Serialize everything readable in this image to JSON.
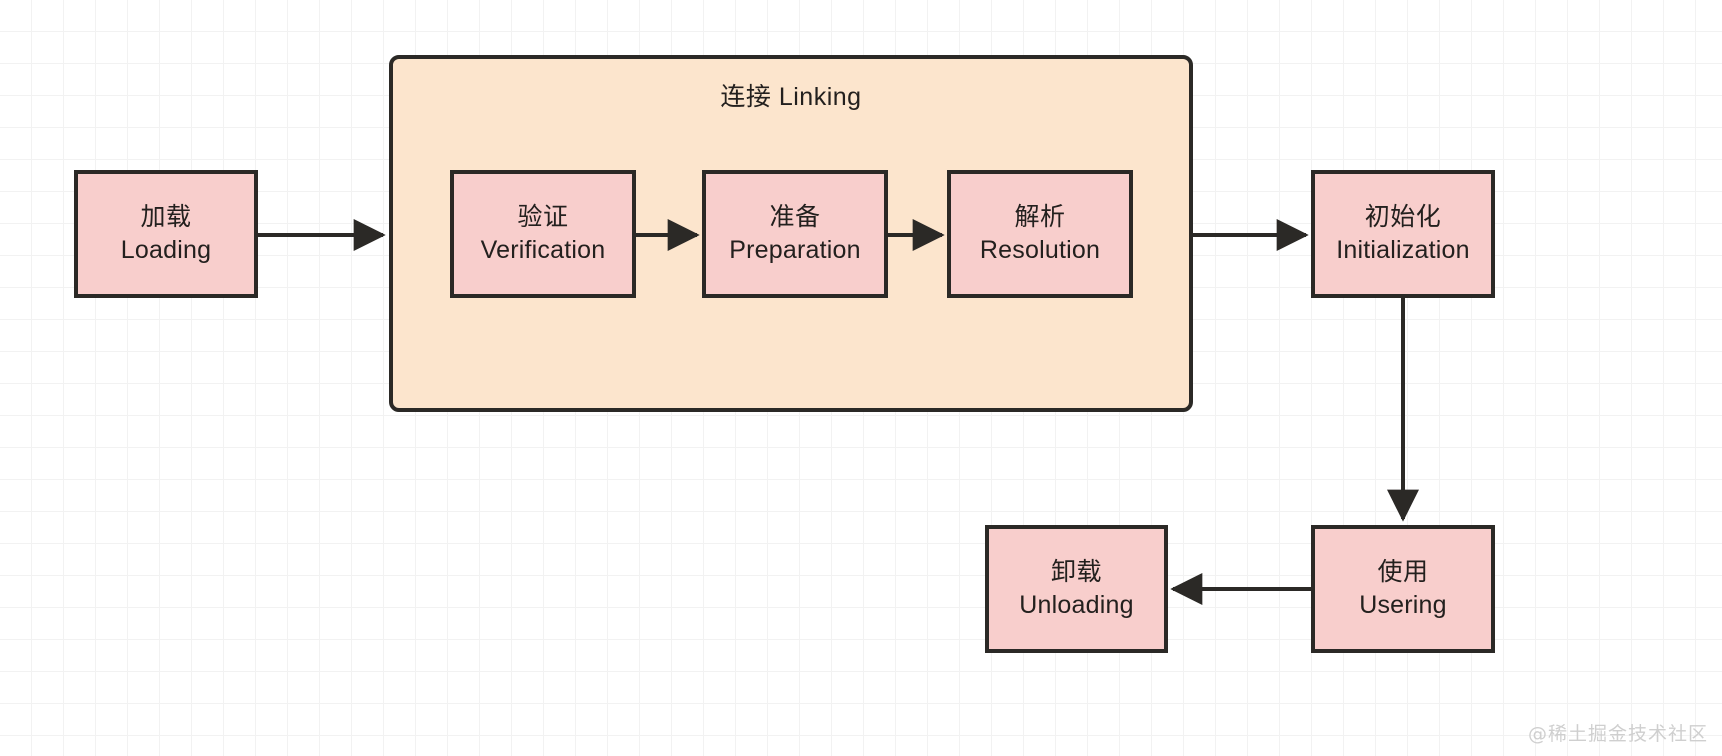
{
  "diagram": {
    "title_cn": "连接",
    "group": {
      "label_cn": "连接",
      "label_en": "Linking",
      "label_full": "连接 Linking",
      "fill_color": "#fce5cd",
      "border_color": "#2b2926"
    },
    "node_fill_color": "#f8cecc",
    "node_border_color": "#2b2926",
    "nodes": [
      {
        "id": "loading",
        "cn": "加载",
        "en": "Loading"
      },
      {
        "id": "verification",
        "cn": "验证",
        "en": "Verification"
      },
      {
        "id": "preparation",
        "cn": "准备",
        "en": "Preparation"
      },
      {
        "id": "resolution",
        "cn": "解析",
        "en": "Resolution"
      },
      {
        "id": "initialization",
        "cn": "初始化",
        "en": "Initialization"
      },
      {
        "id": "usering",
        "cn": "使用",
        "en": "Usering"
      },
      {
        "id": "unloading",
        "cn": "卸载",
        "en": "Unloading"
      }
    ],
    "edges": [
      {
        "from": "loading",
        "to": "linking-group",
        "direction": "right"
      },
      {
        "from": "verification",
        "to": "preparation",
        "direction": "right"
      },
      {
        "from": "preparation",
        "to": "resolution",
        "direction": "right"
      },
      {
        "from": "linking-group",
        "to": "initialization",
        "direction": "right"
      },
      {
        "from": "initialization",
        "to": "usering",
        "direction": "down"
      },
      {
        "from": "usering",
        "to": "unloading",
        "direction": "left"
      }
    ]
  },
  "watermark": {
    "text": "@稀土掘金技术社区"
  }
}
